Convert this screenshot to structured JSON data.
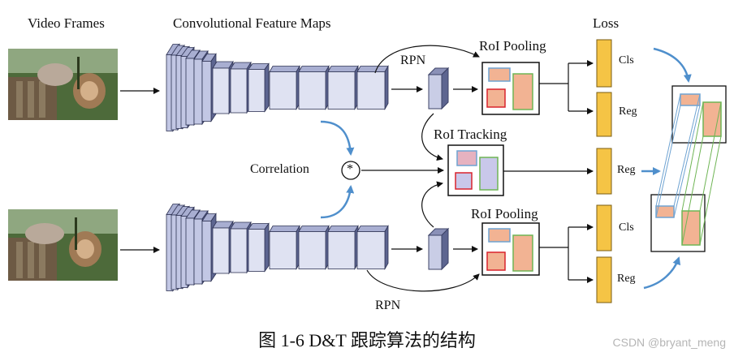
{
  "labels": {
    "video_frames": "Video Frames",
    "conv_maps": "Convolutional Feature Maps",
    "loss": "Loss",
    "rpn_top": "RPN",
    "rpn_bottom": "RPN",
    "roi_pooling_top": "RoI Pooling",
    "roi_pooling_bottom": "RoI Pooling",
    "roi_tracking": "RoI Tracking",
    "correlation": "Correlation",
    "correlation_symbol": "*",
    "loss_cls_1": "Cls",
    "loss_reg_1": "Reg",
    "loss_reg_2": "Reg",
    "loss_cls_2": "Cls",
    "loss_reg_3": "Reg"
  },
  "caption": "图 1-6 D&T 跟踪算法的结构",
  "watermark": "CSDN @bryant_meng",
  "colors": {
    "feature_map_fill": "#d9dcef",
    "feature_map_dark": "#5d6590",
    "loss_box": "#f5c445",
    "box_orange": "#f2b393",
    "box_red": "#d9232d",
    "box_blue": "#6fa3d2",
    "box_green": "#6fb555",
    "correlation_arrow": "#4f8fcc"
  }
}
